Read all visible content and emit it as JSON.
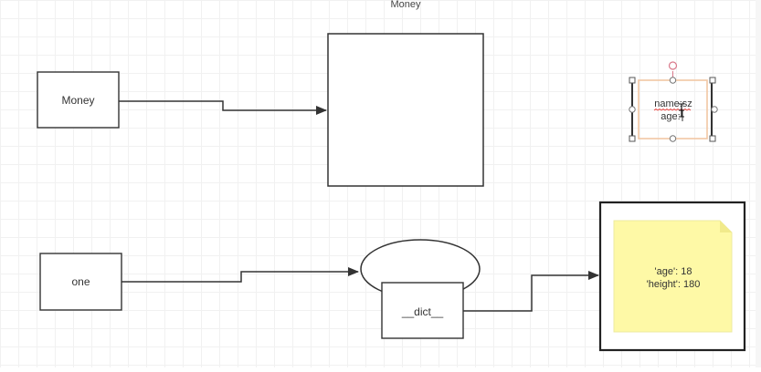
{
  "diagram": {
    "title": "Money",
    "nodes": {
      "money_box": {
        "label": "Money"
      },
      "one_box": {
        "label": "one"
      },
      "dict_box": {
        "label": "__dict__"
      },
      "edit_label": {
        "line1": "name:sz",
        "line2": "age:"
      },
      "note": {
        "line1": "'age': 18",
        "line2": "'height': 180"
      }
    },
    "colors": {
      "stroke": "#333333",
      "note_fill": "#fef9a6",
      "note_fold": "#f1ea8b",
      "selection": "#f2c7a4",
      "handle": "#d9788a",
      "spellcheck": "#e53935"
    }
  }
}
